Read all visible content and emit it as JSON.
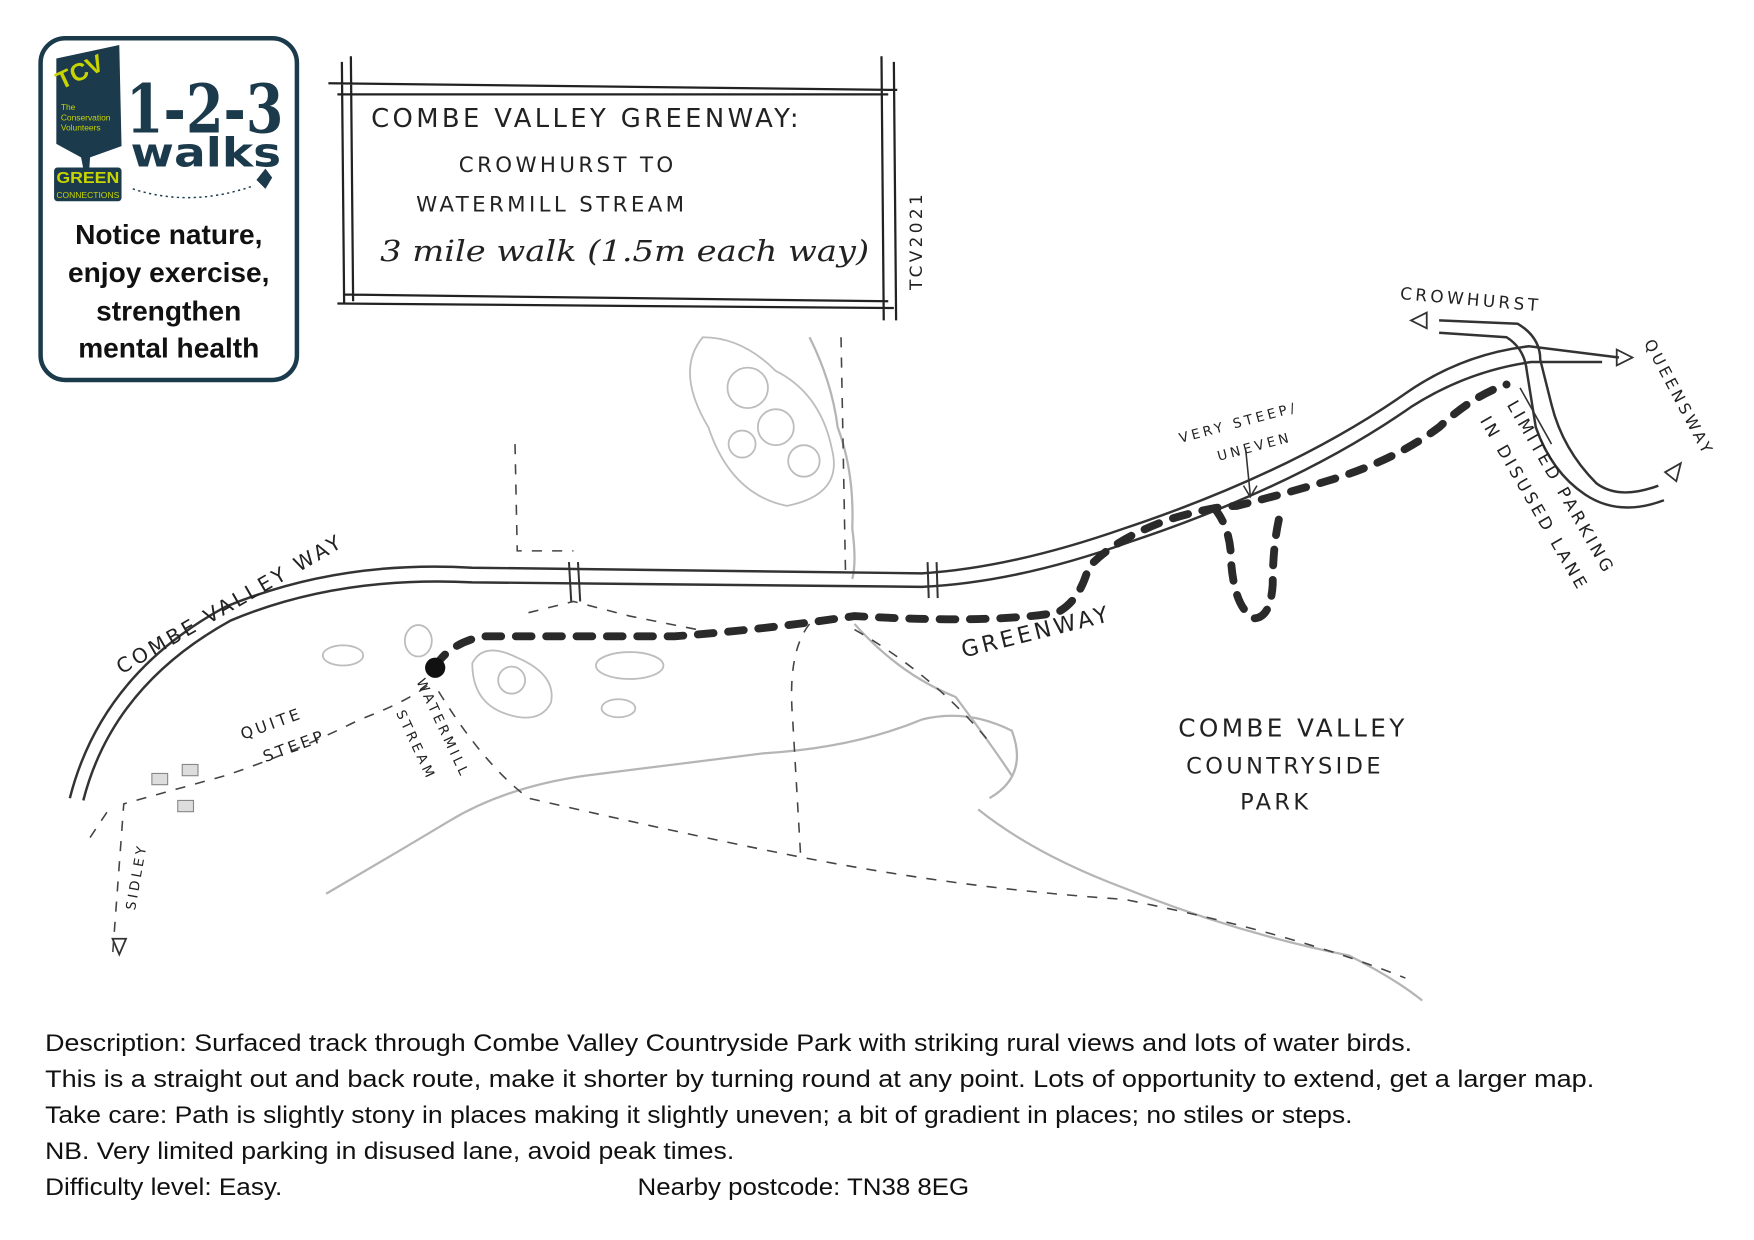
{
  "logo": {
    "org_short": "TCV",
    "org_name_line1": "The",
    "org_name_line2": "Conservation",
    "org_name_line3": "Volunteers",
    "brand": "1-2-3",
    "brand_sub": "walks",
    "partner_line1": "GREEN",
    "partner_line2": "CONNECTIONS",
    "tagline": [
      "Notice nature,",
      "enjoy exercise,",
      "strengthen",
      "mental health"
    ],
    "colors": {
      "navy": "#1b3a4b",
      "lime": "#c8d400"
    }
  },
  "title_box": {
    "line1": "COMBE VALLEY GREENWAY:",
    "line2": "CROWHURST TO",
    "line3": "WATERMILL STREAM",
    "line4": "3 mile walk (1.5m each way)",
    "credit": "TCV2021"
  },
  "map_labels": {
    "road": "COMBE VALLEY WAY",
    "greenway": "GREENWAY",
    "park_line1": "COMBE VALLEY",
    "park_line2": "COUNTRYSIDE",
    "park_line3": "PARK",
    "steep_line1": "VERY STEEP/",
    "steep_line2": "UNEVEN",
    "crowhurst": "CROWHURST",
    "queensway": "QUEENSWAY",
    "parking_line1": "LIMITED PARKING",
    "parking_line2": "IN DISUSED LANE",
    "quite_line1": "QUITE",
    "quite_line2": "STEEP",
    "stream_line1": "WATERMILL",
    "stream_line2": "STREAM",
    "sidley": "SIDLEY"
  },
  "description": {
    "line1": "Description: Surfaced track through Combe Valley Countryside Park with striking rural views and lots of water birds.",
    "line2": "This is a straight out and back route, make it shorter by turning round at any point. Lots of opportunity to extend, get a larger map.",
    "line3": "Take care: Path is slightly stony in places making it slightly uneven; a bit of gradient in places; no stiles or steps.",
    "line4": "NB. Very limited parking in disused lane, avoid peak times.",
    "difficulty": "Difficulty level: Easy.",
    "postcode": "Nearby postcode: TN38 8EG"
  }
}
